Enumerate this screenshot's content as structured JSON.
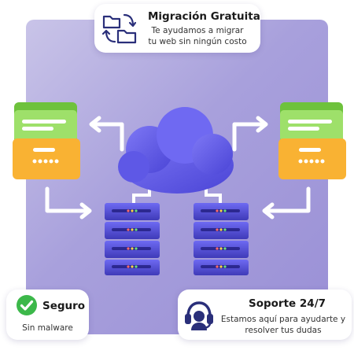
{
  "migration": {
    "title": "Migración Gratuita",
    "line1": "Te ayudamos a migrar",
    "line2": "tu web sin ningún costo",
    "icon": "folder-transfer-icon"
  },
  "security": {
    "title": "Seguro",
    "subtitle": "Sin malware",
    "icon": "check-badge-icon"
  },
  "support": {
    "title": "Soporte 24/7",
    "line1": "Estamos aquí para ayudarte y",
    "line2": "resolver tus dudas",
    "icon": "headset-icon"
  },
  "colors": {
    "accent": "#5a55e0",
    "folder_orange": "#f9b233",
    "folder_green": "#8ed35a",
    "check_green": "#3cb84a",
    "headset_navy": "#2a2f7a"
  }
}
